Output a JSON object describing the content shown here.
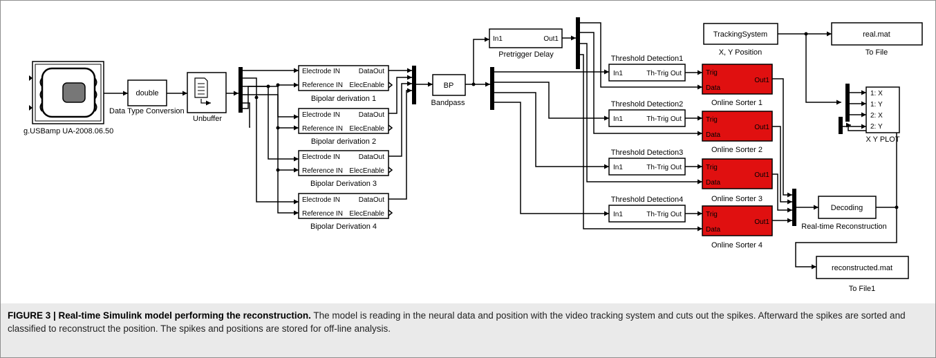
{
  "blocks": {
    "usbamp": "g.USBamp UA-2008.06.50",
    "double": "double",
    "dtc": "Data Type Conversion",
    "unbuffer": "Unbuffer",
    "bip_label": [
      "Bipolar derivation 1",
      "Bipolar derivation 2",
      "Bipolar Derivation 3",
      "Bipolar Derivation 4"
    ],
    "bip_in1": "Electrode IN",
    "bip_in2": "Reference IN",
    "bip_out1": "DataOut",
    "bip_out2": "ElecEnable",
    "bp": "BP",
    "bandpass": "Bandpass",
    "pre_in": "In1",
    "pre_out": "Out1",
    "pretrigger": "Pretrigger Delay",
    "thr_label": [
      "Threshold Detection1",
      "Threshold Detection2",
      "Threshold Detection3",
      "Threshold Detection4"
    ],
    "thr_in": "In1",
    "thr_out": "Th-Trig Out",
    "sort_trig": "Trig",
    "sort_data": "Data",
    "sort_out": "Out1",
    "sort_label": [
      "Online Sorter 1",
      "Online Sorter 2",
      "Online Sorter 3",
      "Online Sorter 4"
    ],
    "tracking": "TrackingSystem",
    "xy_position": "X, Y Position",
    "realmat": "real.mat",
    "tofile": "To File",
    "xy_ports": [
      "1: X",
      "1: Y",
      "2: X",
      "2: Y"
    ],
    "xyplot": "X Y PLOT",
    "decoding": "Decoding",
    "rtr": "Real-time Reconstruction",
    "reconmat": "reconstructed.mat",
    "tofile1": "To File1"
  },
  "colors": {
    "sorter_fill": "#e01010",
    "line": "#000000"
  },
  "caption": {
    "bold": "FIGURE 3 | Real-time Simulink model performing the reconstruction.",
    "rest": " The model is reading in the neural data and position with the video tracking system and cuts out the spikes. Afterward the spikes are sorted and classified to reconstruct the position. The spikes and positions are stored for off-line analysis."
  }
}
